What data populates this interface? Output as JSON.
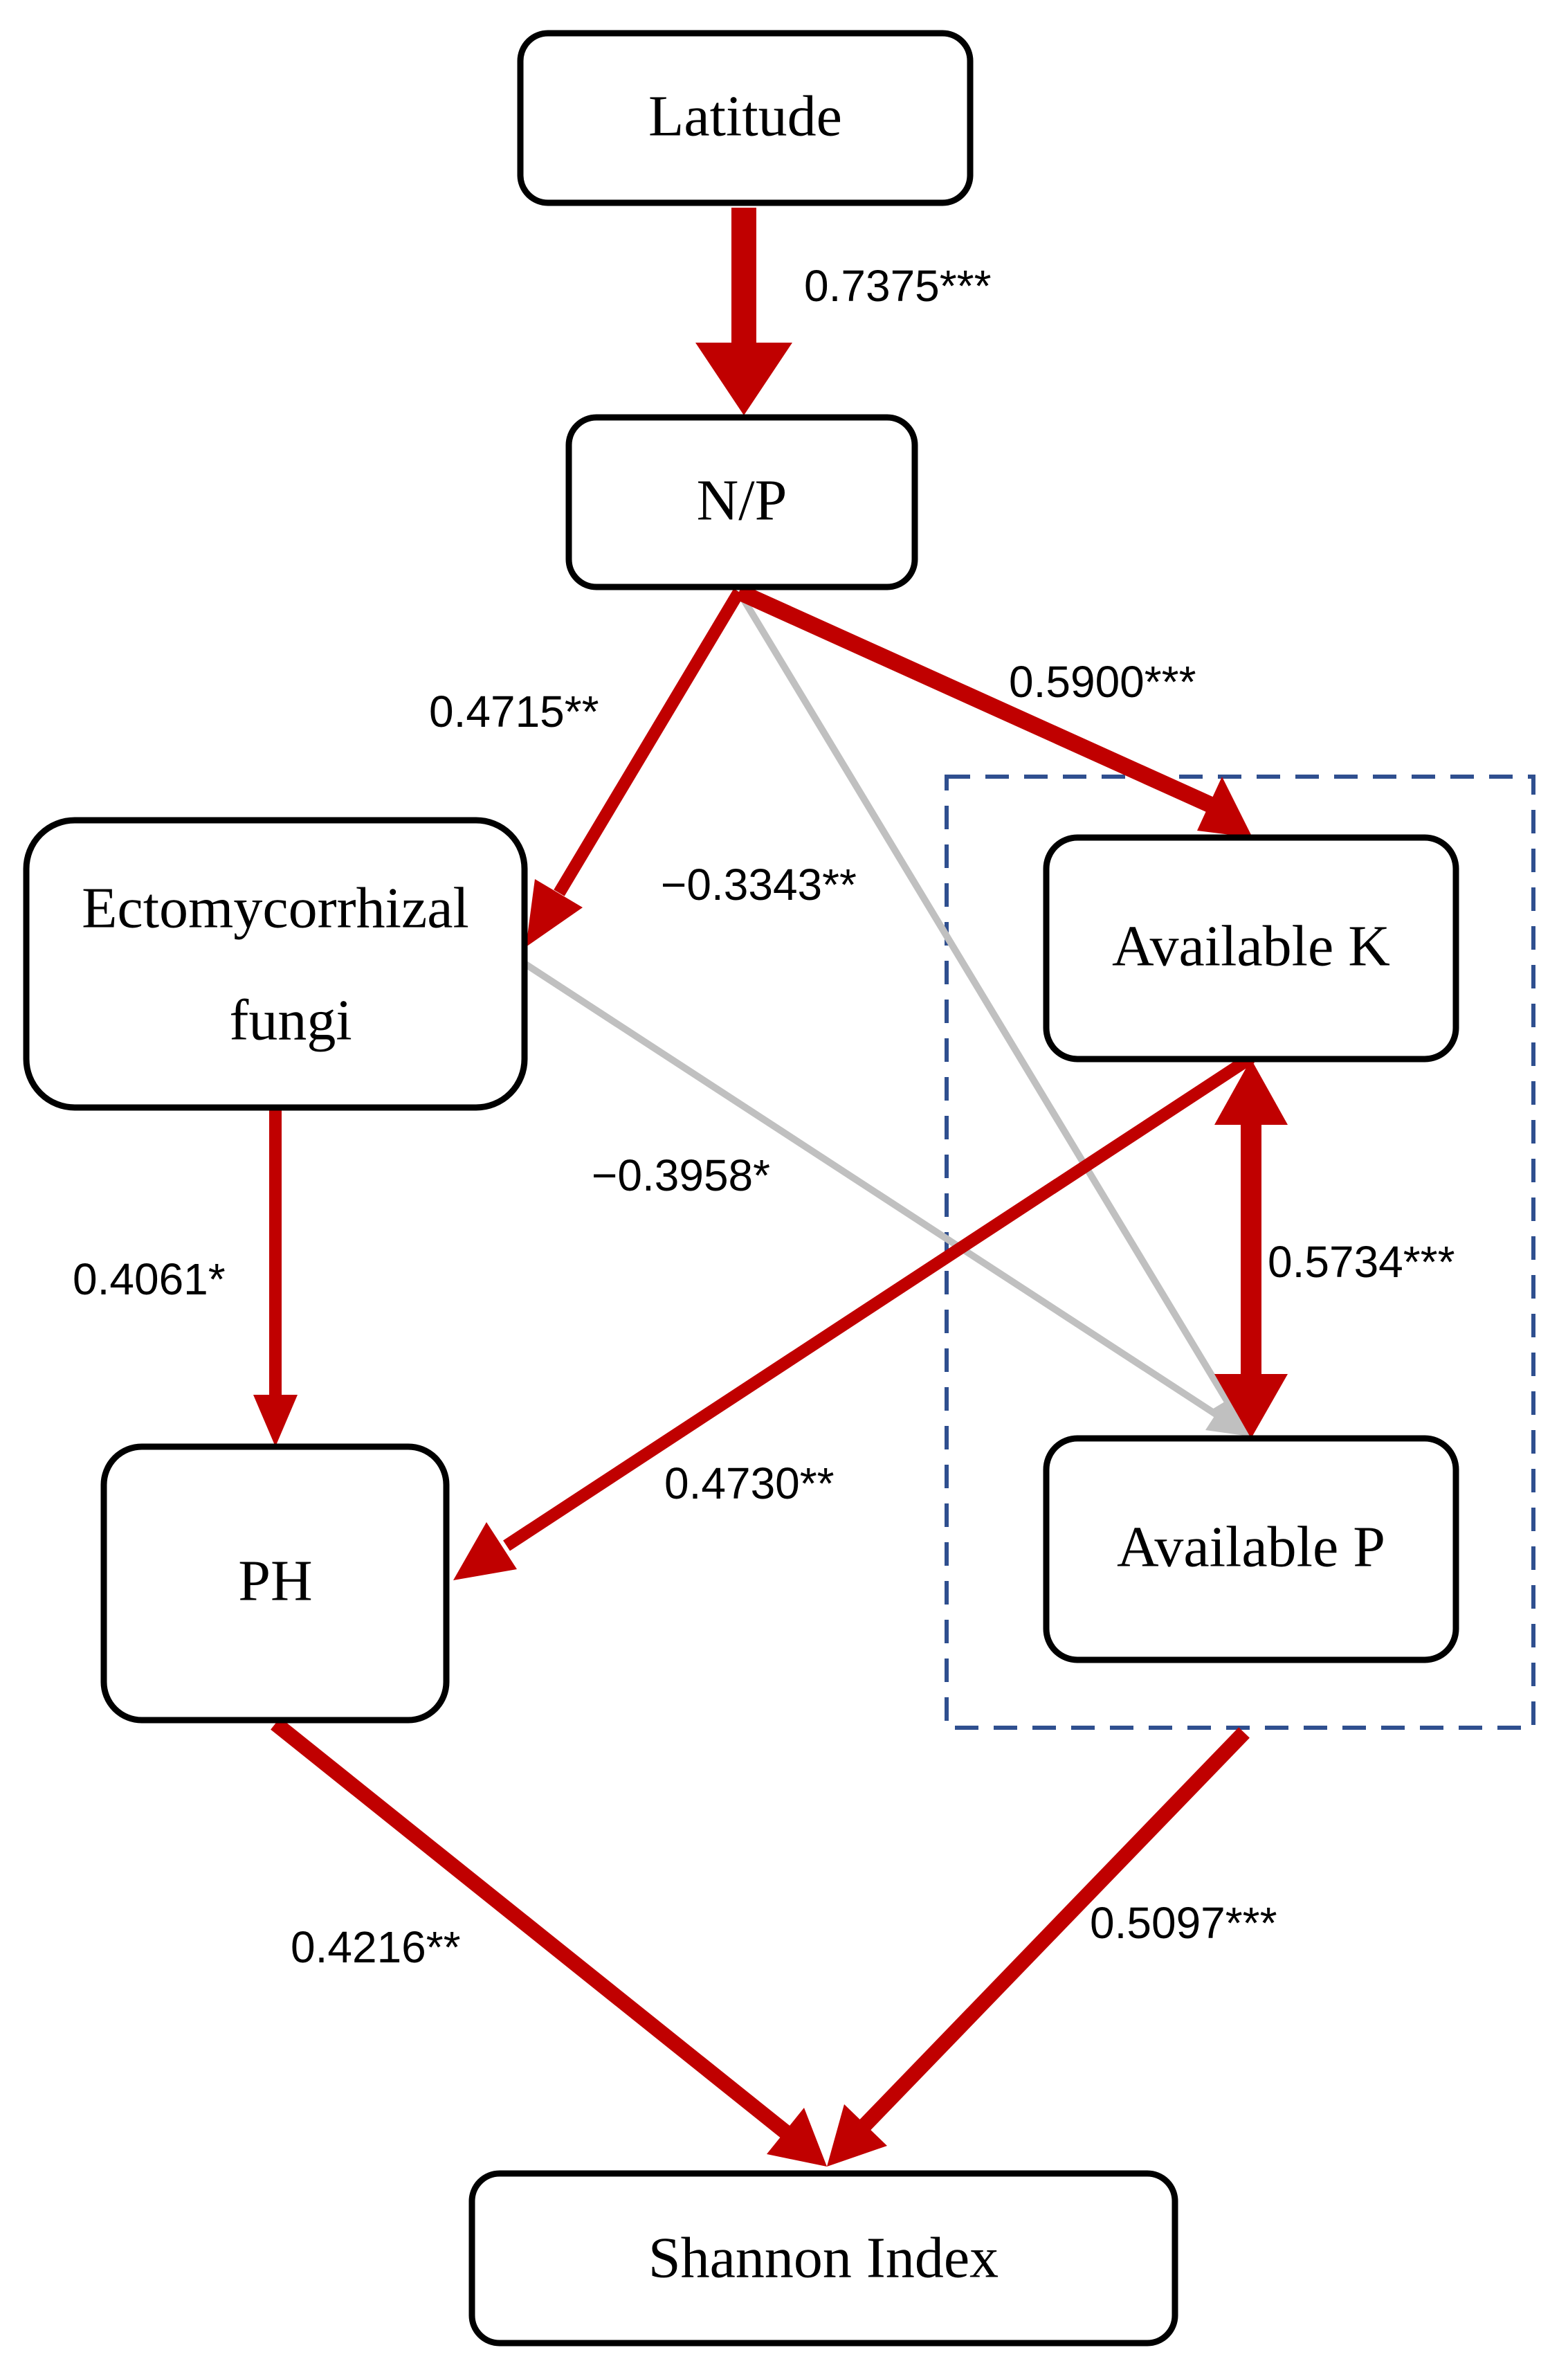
{
  "colors": {
    "positive": "#c00000",
    "negative": "#c0c0c0",
    "group_border": "#2f4f8f",
    "node_border": "#000000",
    "text": "#000000"
  },
  "nodes": {
    "latitude": {
      "label": "Latitude"
    },
    "np": {
      "label": "N/P"
    },
    "ecto": {
      "label_line1": "Ectomycorrhizal",
      "label_line2": "fungi"
    },
    "avail_k": {
      "label": "Available K"
    },
    "avail_p": {
      "label": "Available P"
    },
    "ph": {
      "label": "PH"
    },
    "shannon": {
      "label": "Shannon Index"
    }
  },
  "edges": {
    "lat_np": {
      "label": "0.7375***",
      "sign": "positive"
    },
    "np_ecto": {
      "label": "0.4715**",
      "sign": "positive"
    },
    "np_k": {
      "label": "0.5900***",
      "sign": "positive"
    },
    "np_p": {
      "label": "−0.3343**",
      "sign": "negative"
    },
    "ecto_p": {
      "label": "−0.3958*",
      "sign": "negative"
    },
    "ecto_ph": {
      "label": "0.4061*",
      "sign": "positive"
    },
    "k_p": {
      "label": "0.5734***",
      "sign": "positive"
    },
    "k_ph": {
      "label": "0.4730**",
      "sign": "positive"
    },
    "ph_shannon": {
      "label": "0.4216**",
      "sign": "positive"
    },
    "group_shannon": {
      "label": "0.5097***",
      "sign": "positive"
    }
  }
}
